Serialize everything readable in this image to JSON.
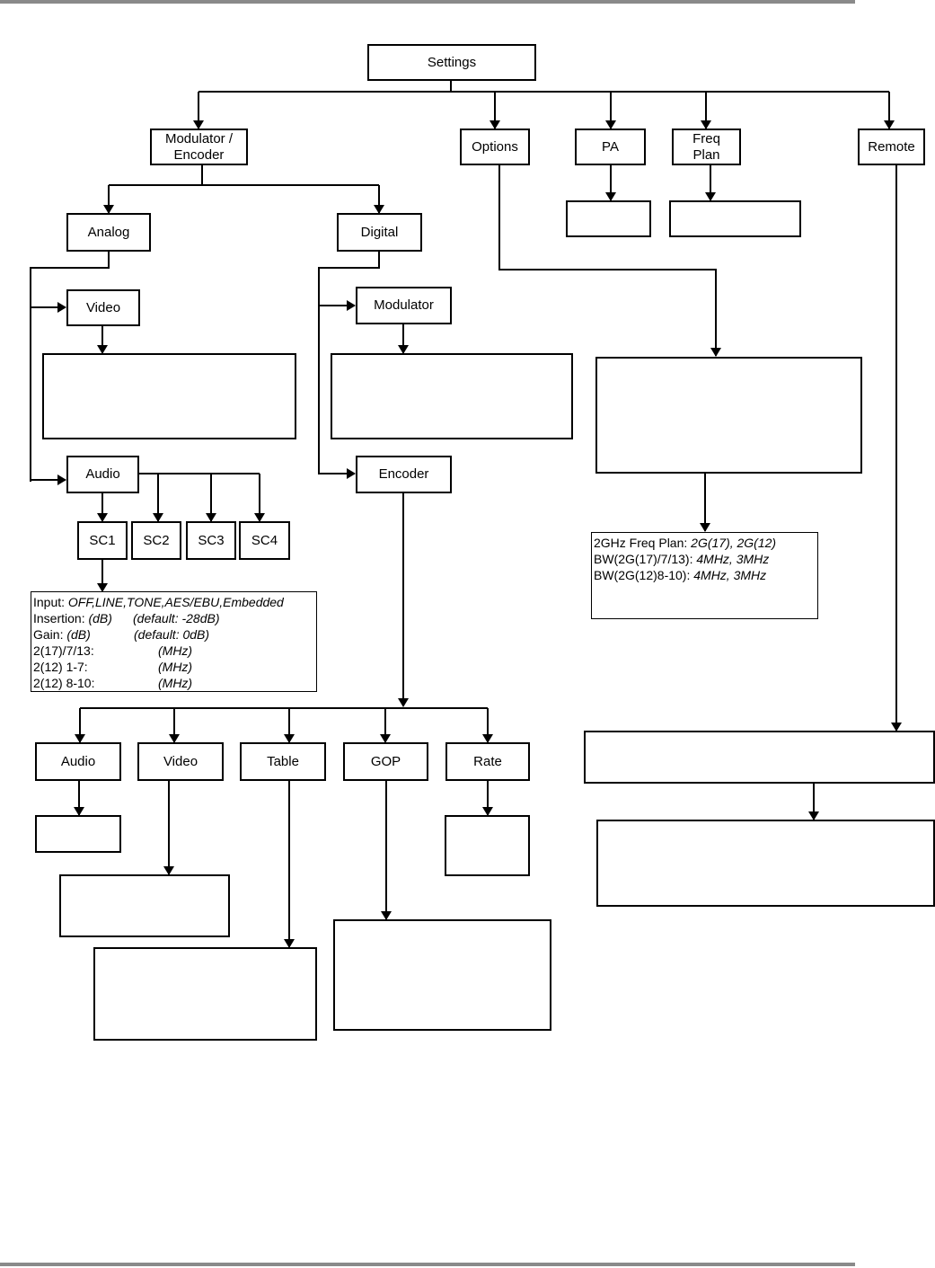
{
  "menu": {
    "settings": "Settings",
    "modulator_encoder": "Modulator /\nEncoder",
    "options": "Options",
    "pa": "PA",
    "freq_plan": "Freq\nPlan",
    "remote": "Remote",
    "analog": "Analog",
    "digital": "Digital",
    "video": "Video",
    "audio": "Audio",
    "modulator": "Modulator",
    "encoder": "Encoder",
    "sc1": "SC1",
    "sc2": "SC2",
    "sc3": "SC3",
    "sc4": "SC4",
    "enc_audio": "Audio",
    "enc_video": "Video",
    "table": "Table",
    "gop": "GOP",
    "rate": "Rate"
  },
  "sc1_details": {
    "input_label": "Input:",
    "input_values": "OFF,LINE,TONE,AES/EBU,Embedded",
    "insertion_label": "Insertion:",
    "insertion_unit": "(dB)",
    "insertion_default": "(default: -28dB)",
    "gain_label": "Gain:",
    "gain_unit": "(dB)",
    "gain_default": "(default: 0dB)",
    "band1_label": "2(17)/7/13:",
    "band1_unit": "(MHz)",
    "band2_label": "2(12) 1-7:",
    "band2_unit": "(MHz)",
    "band3_label": "2(12) 8-10:",
    "band3_unit": "(MHz)"
  },
  "options_details": {
    "freq_plan_label": "2GHz Freq Plan:",
    "freq_plan_values": "2G(17), 2G(12)",
    "bw1_label": "BW(2G(17)/7/13):",
    "bw1_values": "4MHz, 3MHz",
    "bw2_label": "BW(2G(12)8-10):",
    "bw2_values": "4MHz, 3MHz"
  }
}
